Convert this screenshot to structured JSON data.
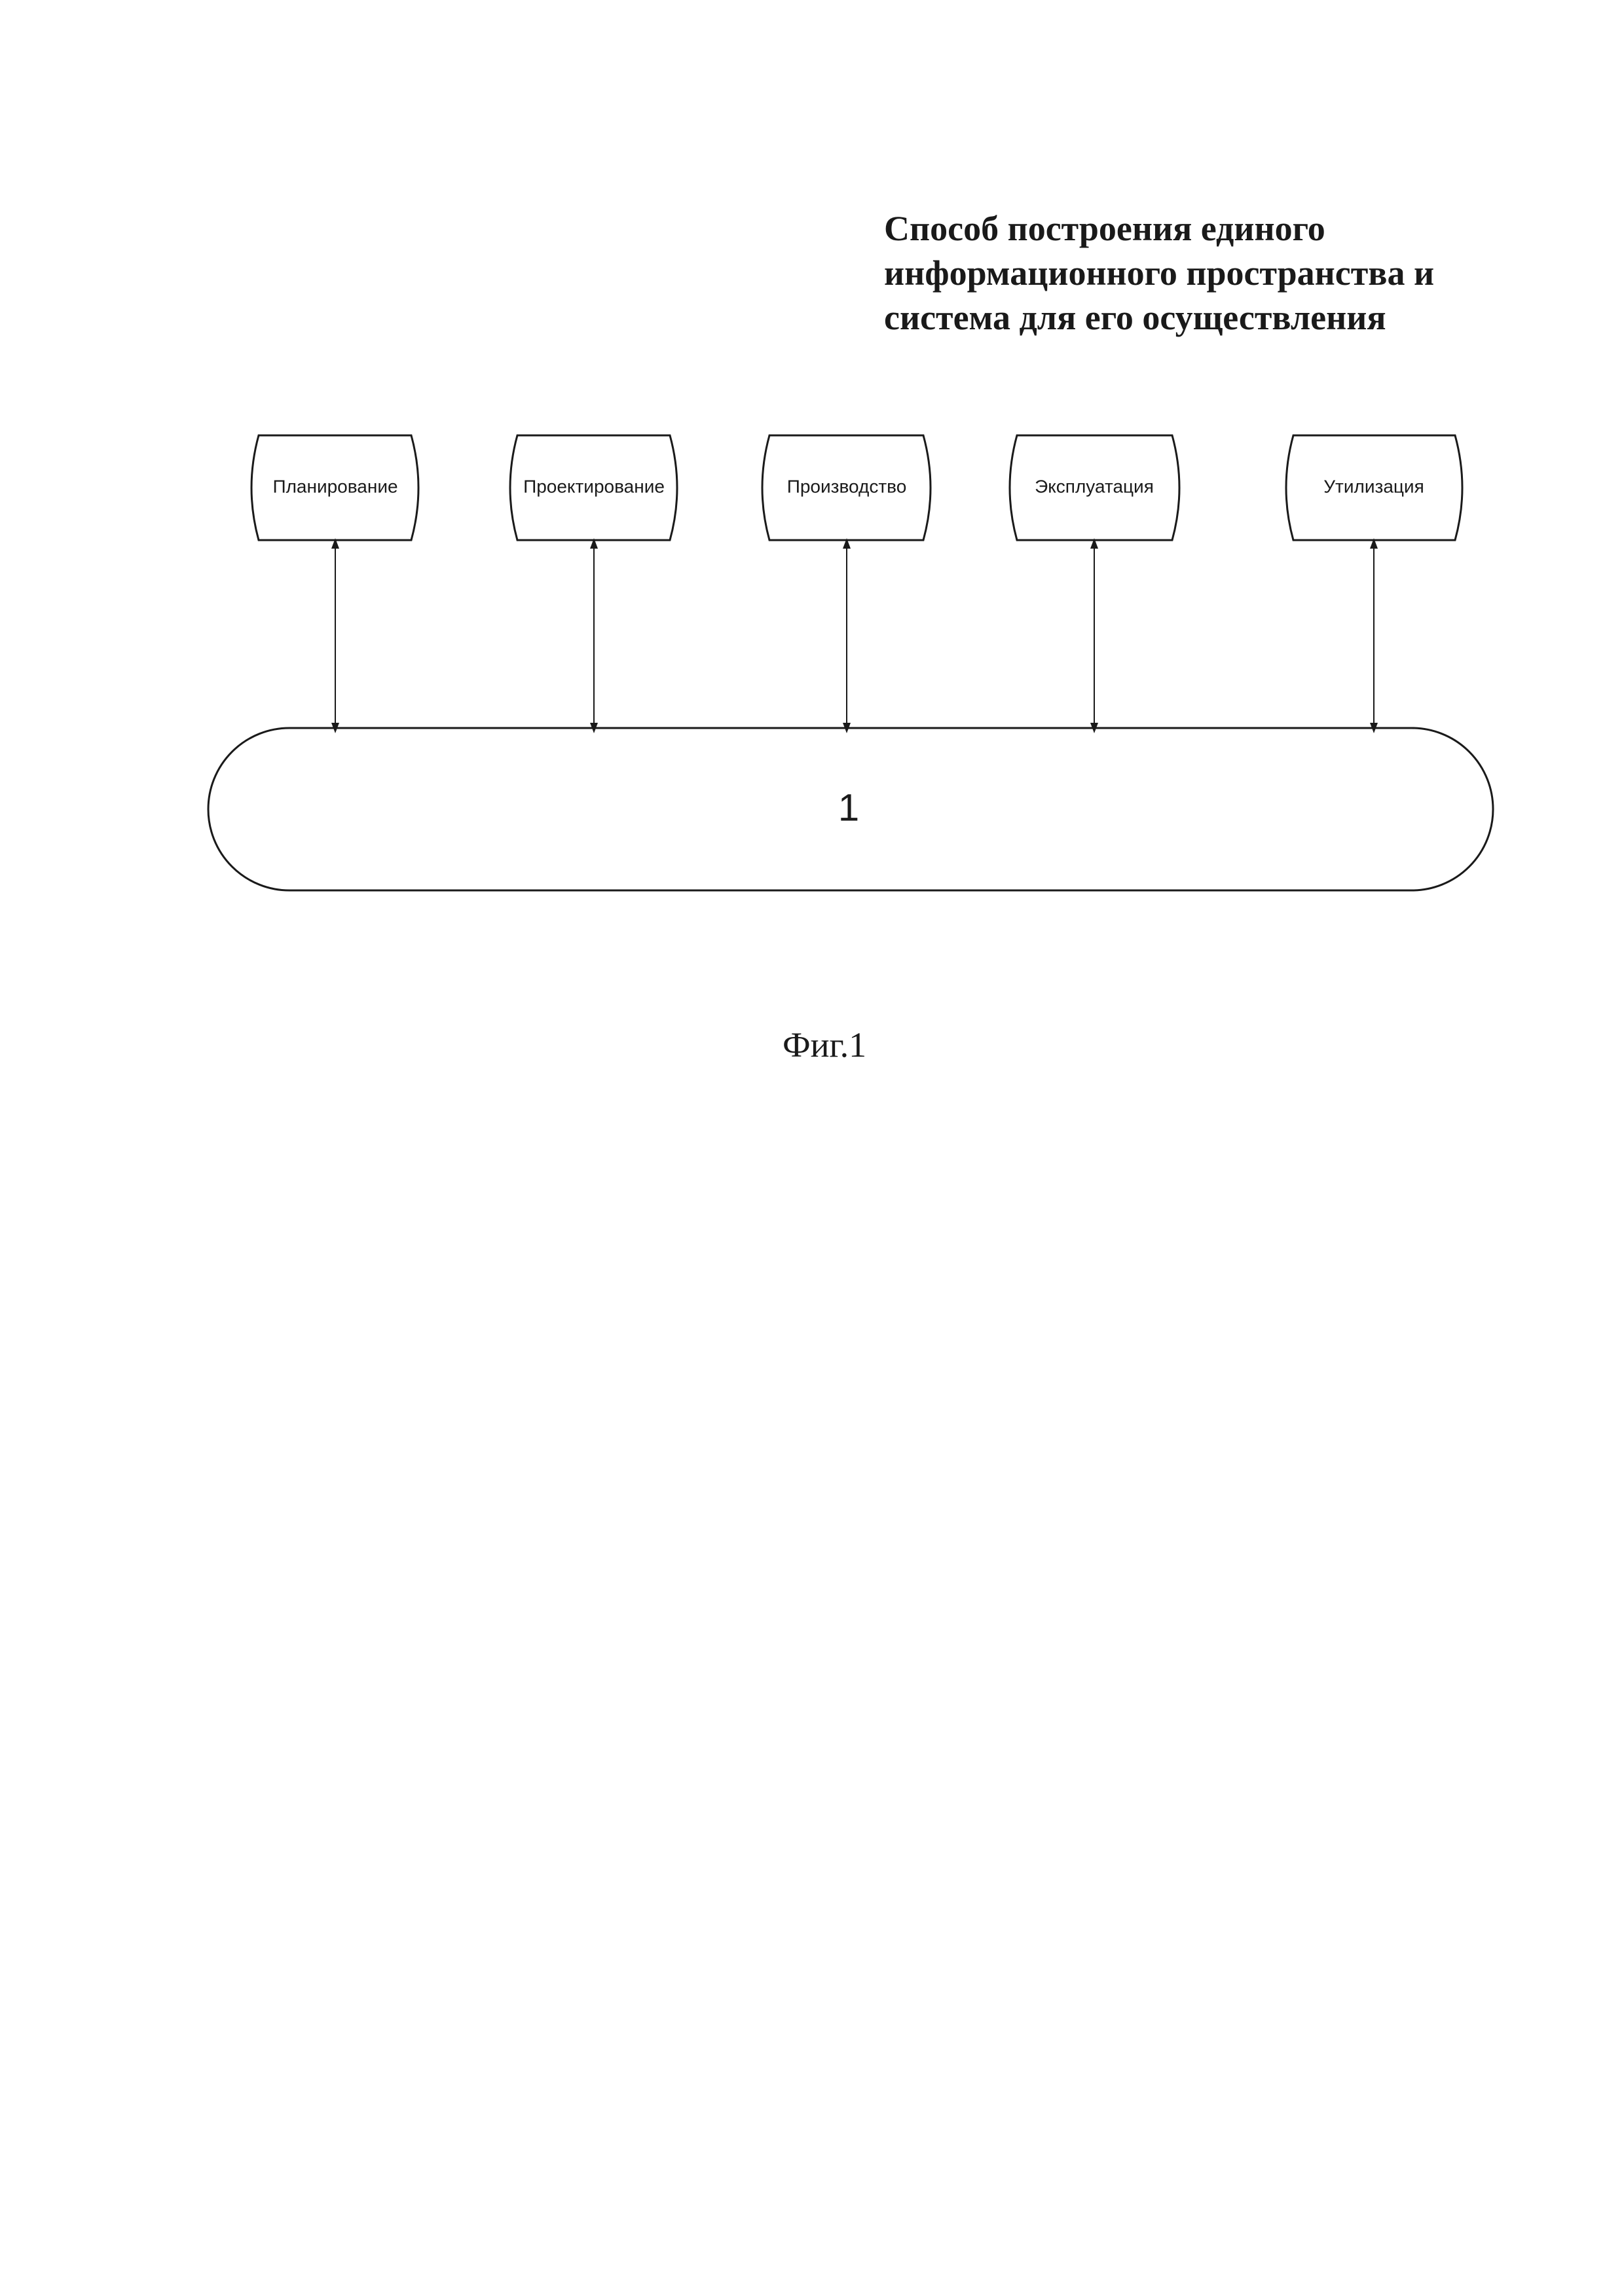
{
  "document": {
    "title_lines": [
      "Способ построения единого",
      "информационного пространства  и",
      "система для его осуществления"
    ],
    "figure_caption": "Фиг.1"
  },
  "diagram": {
    "stages": [
      {
        "label": "Планирование"
      },
      {
        "label": "Проектирование"
      },
      {
        "label": "Производство"
      },
      {
        "label": "Эксплуатация"
      },
      {
        "label": "Утилизация"
      }
    ],
    "bus_label": "1",
    "line_color": "#1a1a1a"
  }
}
